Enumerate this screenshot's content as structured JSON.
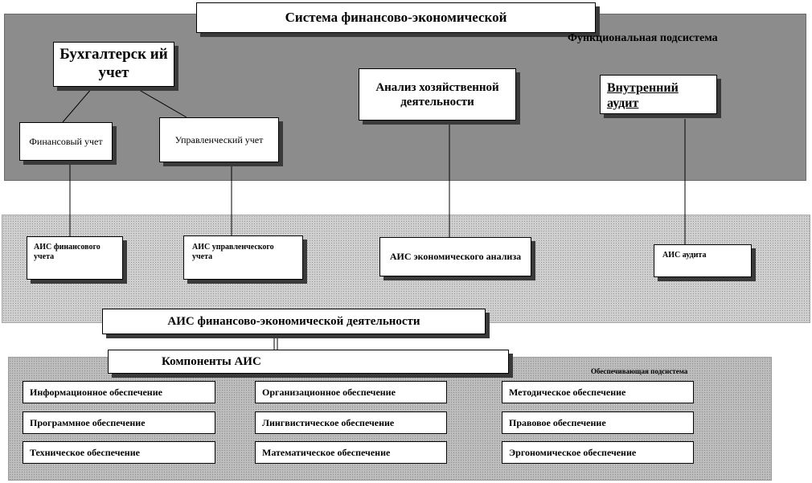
{
  "title": "Система финансово-экономической",
  "functional_subsystem_label": "Функциональная  подсистема",
  "accounting": "Бухгалтерск ий учет",
  "financial_accounting": "Финансовый учет",
  "management_accounting": "Управленческий учет",
  "economic_analysis": "Анализ хозяйственной деятельности",
  "internal_audit": "Внутренний  аудит",
  "ais_financial": "АИС финансового учета",
  "ais_management": "АИС управленческого учета",
  "ais_economic": "АИС экономического анализа",
  "ais_audit": "АИС аудита",
  "ais_main": "АИС финансово-экономической деятельности",
  "components": "Компоненты АИС",
  "support_subsystem_label": "Обеспечивающая подсистема",
  "components_grid": [
    [
      "Информационное  обеспечение",
      "Организационное  обеспечение",
      "Методическое обеспечение"
    ],
    [
      "Программное обеспечение",
      "Лингвистическое обеспечение",
      "Правовое обеспечение"
    ],
    [
      "Техническое обеспечение",
      "Математическое обеспечение",
      "Эргономическое обеспечение"
    ]
  ]
}
